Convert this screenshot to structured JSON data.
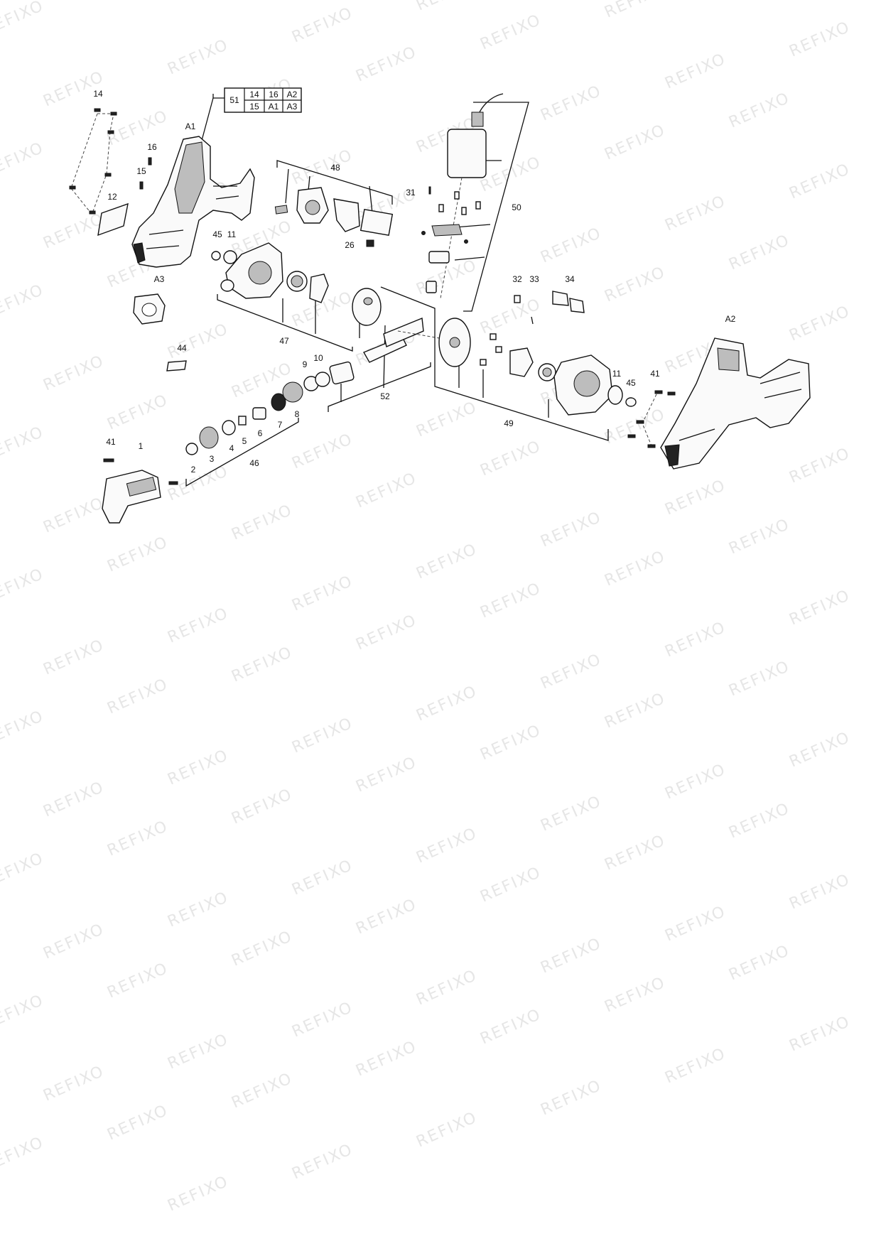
{
  "watermark": "REFIXO",
  "labels": {
    "l1": "1",
    "l2": "2",
    "l3": "3",
    "l4": "4",
    "l5": "5",
    "l6": "6",
    "l7": "7",
    "l8": "8",
    "l9": "9",
    "l10": "10",
    "l11a": "11",
    "l11b": "11",
    "l12": "12",
    "l14": "14",
    "l15": "15",
    "l16": "16",
    "l26": "26",
    "l31": "31",
    "l32": "32",
    "l33": "33",
    "l34": "34",
    "l41a": "41",
    "l41b": "41",
    "l44": "44",
    "l45a": "45",
    "l45b": "45",
    "l46": "46",
    "l47": "47",
    "l48": "48",
    "l49": "49",
    "l50": "50",
    "l52": "52",
    "lA1": "A1",
    "lA2": "A2",
    "lA3": "A3"
  },
  "kit_table": {
    "kit": "51",
    "row1": [
      "14",
      "16",
      "A2"
    ],
    "row2": [
      "15",
      "A1",
      "A3"
    ]
  }
}
